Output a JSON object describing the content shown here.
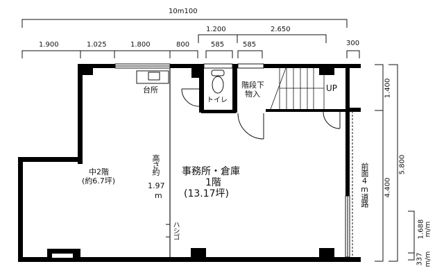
{
  "floorplan": {
    "overall_width": "10m100",
    "top_dims_row1": [
      "1.200",
      "2.650"
    ],
    "top_dims_row2": [
      "1.900",
      "1.025",
      "1.800",
      "800",
      "585",
      "585",
      "300"
    ],
    "right_dims": {
      "upper": "1.400",
      "lower": "4.400",
      "total": "5.800",
      "small_a": "1.688",
      "small_a_unit": "m/m",
      "small_b": "337",
      "small_b_unit": "m/m"
    },
    "rooms": {
      "kitchen": "台所",
      "toilet": "トイレ",
      "storage_line1": "階段下",
      "storage_line2": "物入",
      "stairs": "UP",
      "mezzanine_line1": "中2階",
      "mezzanine_line2": "(約6.7坪)",
      "ceiling_line1": "高さ約",
      "ceiling_line2": "1.97",
      "ceiling_line3": "m",
      "ladder": "ハシゴ",
      "main_line1": "事務所・倉庫",
      "main_line2": "1階",
      "main_line3": "(13.17坪)",
      "road": "前面4m道路"
    },
    "colors": {
      "wall": "#000000",
      "line": "#111111",
      "background": "#ffffff"
    }
  }
}
